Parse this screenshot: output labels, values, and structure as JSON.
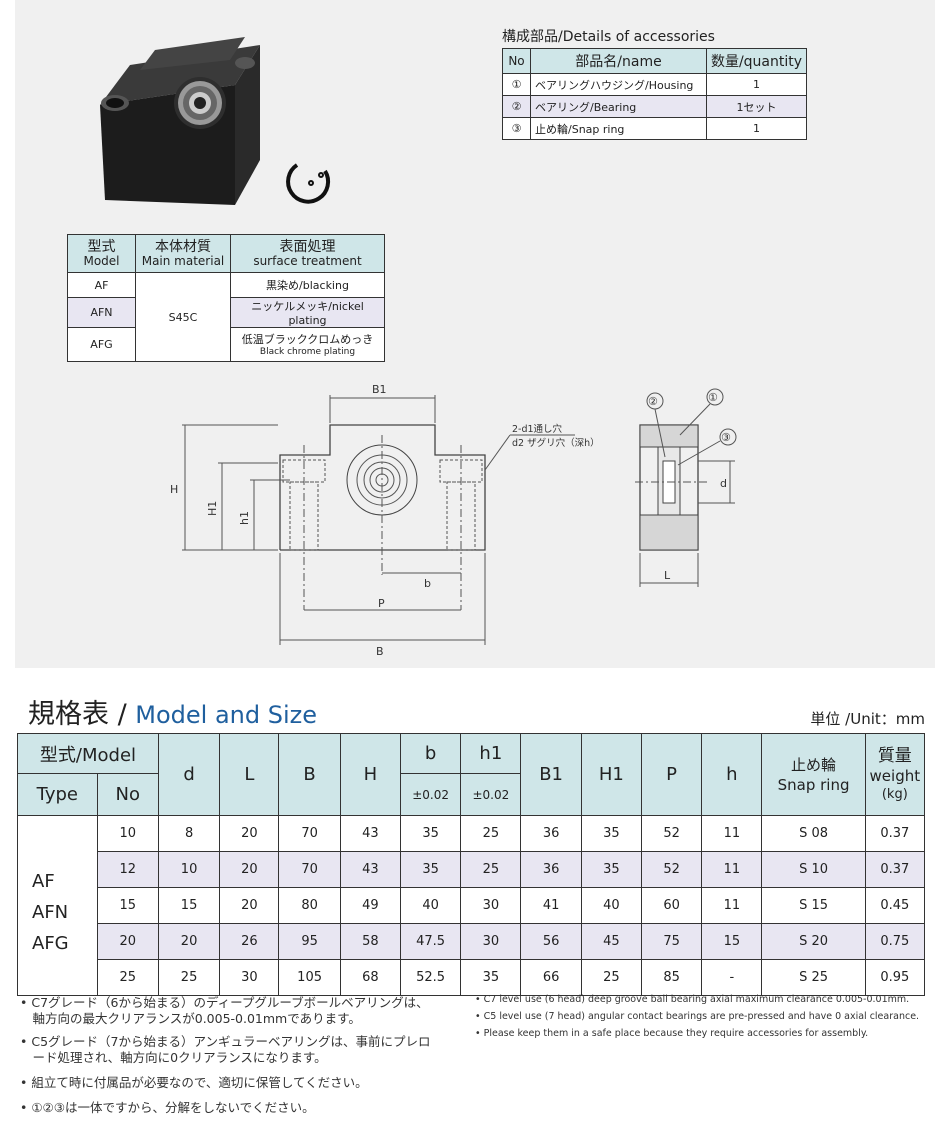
{
  "accessories": {
    "title": "構成部品/Details of accessories",
    "headers": [
      "No",
      "部品名/name",
      "数量/quantity"
    ],
    "rows": [
      {
        "no": "①",
        "name": "ベアリングハウジング/Housing",
        "qty": "1"
      },
      {
        "no": "②",
        "name": "ベアリング/Bearing",
        "qty": "1セット"
      },
      {
        "no": "③",
        "name": "止め輪/Snap ring",
        "qty": "1"
      }
    ]
  },
  "material": {
    "headers": [
      {
        "jp": "型式",
        "en": "Model"
      },
      {
        "jp": "本体材質",
        "en": "Main material"
      },
      {
        "jp": "表面処理",
        "en": "surface treatment"
      }
    ],
    "models": [
      "AF",
      "AFN",
      "AFG"
    ],
    "material": "S45C",
    "treatments": [
      {
        "main": "黒染め/blacking",
        "sub": ""
      },
      {
        "main": "ニッケルメッキ/nickel plating",
        "sub": ""
      },
      {
        "main": "低温ブラッククロムめっき",
        "sub": "Black chrome plating"
      }
    ]
  },
  "drawing": {
    "labels": {
      "B1": "B1",
      "H": "H",
      "H1": "H1",
      "h1": "h1",
      "b": "b",
      "P": "P",
      "B": "B",
      "hole_note_1": "2-d1通し穴",
      "hole_note_2": "d2 ザグリ穴（深h）",
      "d": "d",
      "L": "L",
      "c1": "①",
      "c2": "②",
      "c3": "③"
    }
  },
  "spec": {
    "heading_jp": "規格表",
    "heading_sep": " /",
    "heading_en": "Model and Size",
    "unit": "単位 /Unit：mm",
    "headers": {
      "model": "型式/Model",
      "type": "Type",
      "no": "No",
      "d": "d",
      "L": "L",
      "B": "B",
      "H": "H",
      "b": "b",
      "b_tol": "±0.02",
      "h1": "h1",
      "h1_tol": "±0.02",
      "B1": "B1",
      "H1": "H1",
      "P": "P",
      "h": "h",
      "snap_jp": "止め輪",
      "snap_en": "Snap ring",
      "weight_jp": "質量",
      "weight_en": "weight",
      "weight_unit": "(kg)"
    },
    "types": [
      "AF",
      "AFN",
      "AFG"
    ],
    "rows": [
      [
        "10",
        "8",
        "20",
        "70",
        "43",
        "35",
        "25",
        "36",
        "35",
        "52",
        "11",
        "S 08",
        "0.37"
      ],
      [
        "12",
        "10",
        "20",
        "70",
        "43",
        "35",
        "25",
        "36",
        "35",
        "52",
        "11",
        "S 10",
        "0.37"
      ],
      [
        "15",
        "15",
        "20",
        "80",
        "49",
        "40",
        "30",
        "41",
        "40",
        "60",
        "11",
        "S 15",
        "0.45"
      ],
      [
        "20",
        "20",
        "26",
        "95",
        "58",
        "47.5",
        "30",
        "56",
        "45",
        "75",
        "15",
        "S 20",
        "0.75"
      ],
      [
        "25",
        "25",
        "30",
        "105",
        "68",
        "52.5",
        "35",
        "66",
        "25",
        "85",
        "-",
        "S 25",
        "0.95"
      ]
    ]
  },
  "notes_jp": [
    "• C7グレード（6から始まる）のディープグルーブボールベアリングは、",
    "　軸方向の最大クリアランスが0.005-0.01mmであります。",
    "• C5グレード（7から始まる）アンギュラーベアリングは、事前にプレロ",
    "　ード処理され、軸方向に0クリアランスになります。",
    "• 組立て時に付属品が必要なので、適切に保管してください。",
    "• ①②③は一体ですから、分解をしないでください。"
  ],
  "notes_en": [
    "• C7 level use (6 head) deep groove ball bearing axial maximum clearance 0.005-0.01mm.",
    "• C5 level use (7 head) angular contact bearings are pre-pressed and have 0 axial clearance.",
    "• Please keep them in a safe place because they require accessories for assembly."
  ],
  "colors": {
    "header_bg": "#cfe6e8",
    "alt_row_bg": "#e8e6f2",
    "heading_blue": "#1f5f9e",
    "panel_bg": "#f0f0f0"
  }
}
